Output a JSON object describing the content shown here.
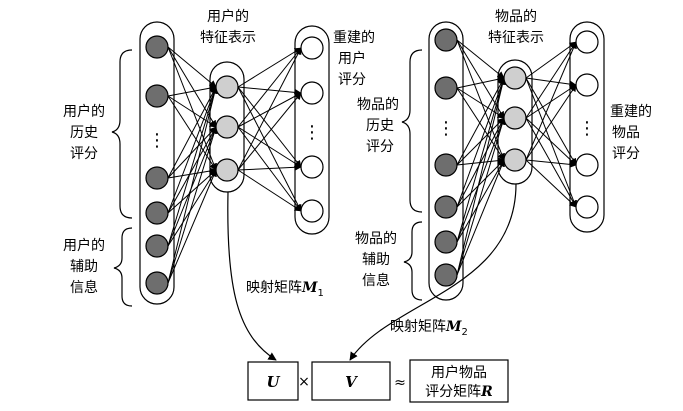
{
  "left": {
    "hidden_title": [
      "用户的",
      "特征表示"
    ],
    "output_title": [
      "重建的",
      "用户",
      "评分"
    ],
    "history_label": [
      "用户的",
      "历史",
      "评分"
    ],
    "aux_label": [
      "用户的",
      "辅助",
      "信息"
    ],
    "mapping_label": "映射矩阵",
    "mapping_symbol": "M",
    "mapping_index": "1"
  },
  "right": {
    "hidden_title": [
      "物品的",
      "特征表示"
    ],
    "output_title": [
      "重建的",
      "物品",
      "评分"
    ],
    "history_label": [
      "物品的",
      "历史",
      "评分"
    ],
    "aux_label": [
      "物品的",
      "辅助",
      "信息"
    ],
    "mapping_label": "映射矩阵",
    "mapping_symbol": "M",
    "mapping_index": "2"
  },
  "ellipsis": "⋮",
  "bottom": {
    "u_label": "U",
    "times_symbol": "×",
    "v_label": "V",
    "approx_symbol": "≈",
    "result_line1": "用户物品",
    "result_line2_text": "评分矩阵",
    "result_line2_symbol": "R"
  },
  "colors": {
    "input_node": "#6e6e6e",
    "hidden_node": "#cfcfcf",
    "output_node": "#ffffff",
    "stroke": "#000000"
  }
}
